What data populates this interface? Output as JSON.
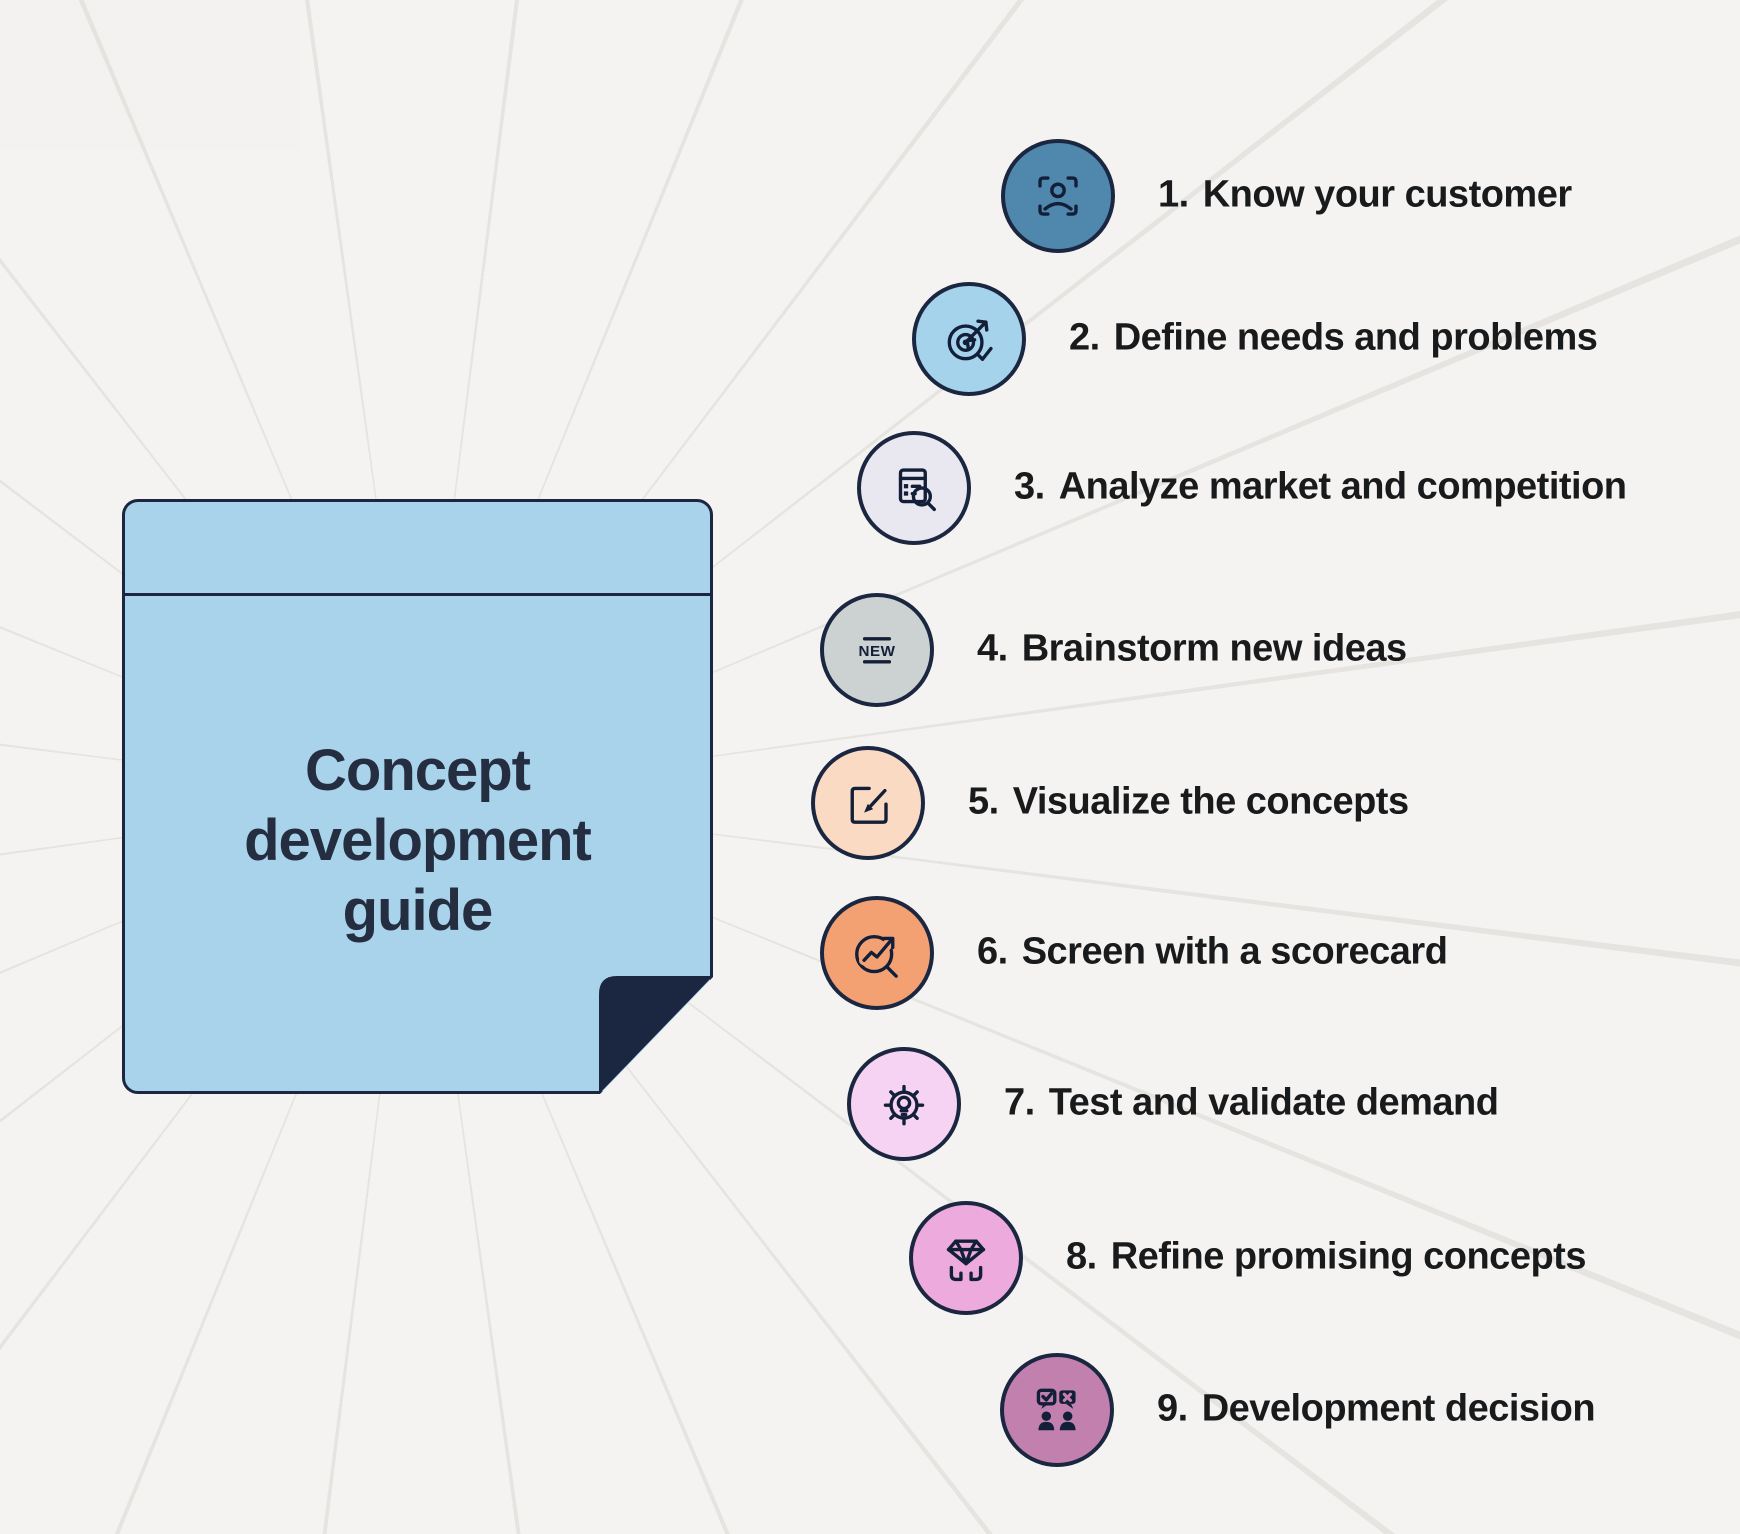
{
  "background": {
    "color": "#f4f3f1",
    "ray_color": "#e6e4e0"
  },
  "note": {
    "title_lines": [
      "Concept",
      "development",
      "guide"
    ],
    "fill": "#a9d3eb",
    "border_color": "#1b2740",
    "text_color": "#252e40"
  },
  "text_color": "#191a1c",
  "outline_color": "#1b2740",
  "icon_color": "#131f39",
  "steps": [
    {
      "number": "1.",
      "label": "Know your customer",
      "circle_color": "#4f87ad",
      "icon": "person-scan"
    },
    {
      "number": "2.",
      "label": "Define needs and problems",
      "circle_color": "#a6d3ec",
      "icon": "target-arrow"
    },
    {
      "number": "3.",
      "label": "Analyze market and competition",
      "circle_color": "#e9e7ef",
      "icon": "document-search"
    },
    {
      "number": "4.",
      "label": "Brainstorm new ideas",
      "circle_color": "#ccd2d1",
      "icon": "new-badge"
    },
    {
      "number": "5.",
      "label": "Visualize the concepts",
      "circle_color": "#fbdac3",
      "icon": "edit-square"
    },
    {
      "number": "6.",
      "label": "Screen with a scorecard",
      "circle_color": "#f3a172",
      "icon": "chart-arrow"
    },
    {
      "number": "7.",
      "label": "Test and validate demand",
      "circle_color": "#f7d3f3",
      "icon": "gear-bulb"
    },
    {
      "number": "8.",
      "label": "Refine promising concepts",
      "circle_color": "#edaadc",
      "icon": "diamond-hands"
    },
    {
      "number": "9.",
      "label": "Development decision",
      "circle_color": "#c180ae",
      "icon": "people-vote"
    }
  ]
}
